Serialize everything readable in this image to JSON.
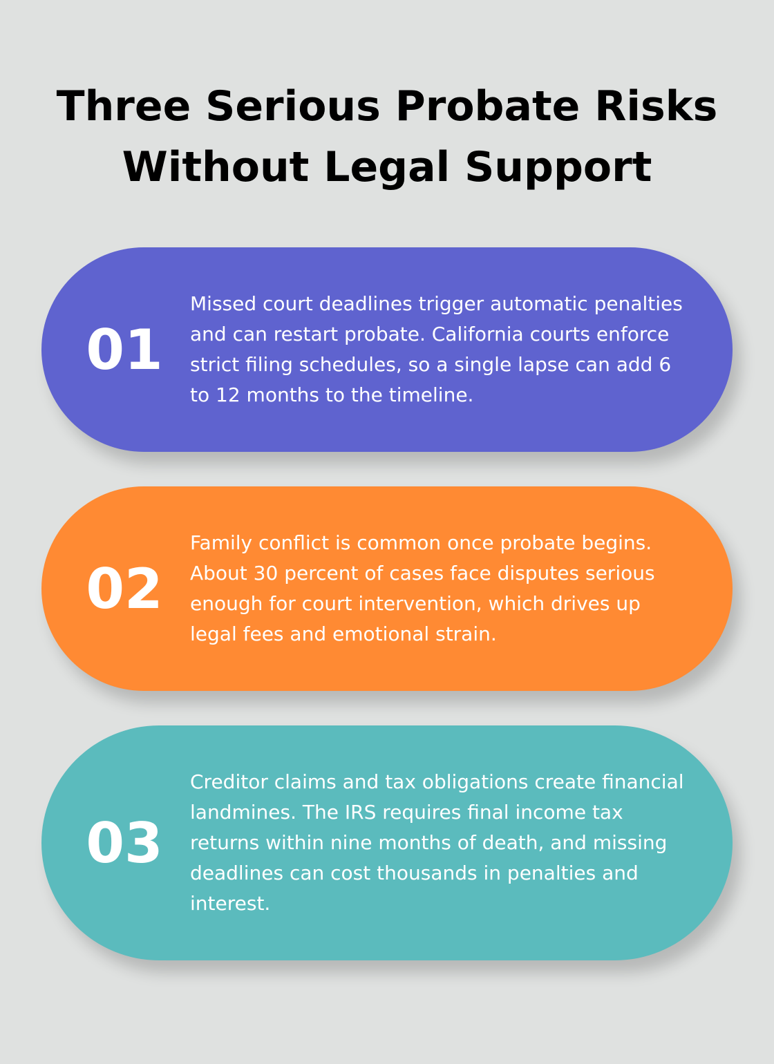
{
  "title": "Three Serious Probate Risks Without Legal Support",
  "colors": {
    "background": "#dfe1e0",
    "card_1": "#5f63cf",
    "card_2": "#ff8a33",
    "card_3": "#5bbbbd"
  },
  "items": [
    {
      "number": "01",
      "text": "Missed court deadlines trigger automatic penalties and can restart probate. California courts enforce strict filing schedules, so a single lapse can add 6 to 12 months to the timeline."
    },
    {
      "number": "02",
      "text": "Family conflict is common once probate begins. About 30 percent of cases face disputes serious enough for court intervention, which drives up legal fees and emotional strain."
    },
    {
      "number": "03",
      "text": "Creditor claims and tax obligations create financial landmines. The IRS requires final income tax returns within nine months of death, and missing deadlines can cost thousands in penalties and interest."
    }
  ]
}
